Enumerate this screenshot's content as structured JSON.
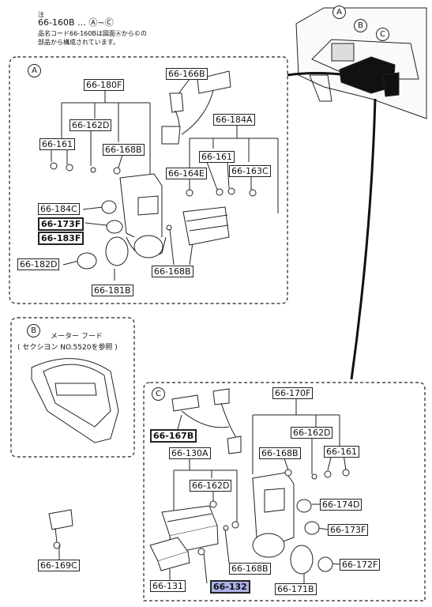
{
  "note": {
    "line1": "注",
    "line2": "66-160B … Ⓐ~Ⓒ",
    "line3": "品名コード66-160Bは図面Ⓐから©の",
    "line4": "部品から構成されています。"
  },
  "section_a": {
    "marker": "A",
    "labels": [
      "66-180F",
      "66-166B",
      "66-162D",
      "66-184A",
      "66-161",
      "66-168B",
      "66-161",
      "66-164E",
      "66-163C",
      "66-184C",
      "66-173F",
      "66-183F",
      "66-182D",
      "66-168B",
      "66-181B"
    ]
  },
  "section_b": {
    "marker": "B",
    "title": "メーター フード",
    "ref": "( セクシヨン NO.5520を参照 )"
  },
  "part_169c": "66-169C",
  "section_c": {
    "marker": "C",
    "labels": [
      "66-170F",
      "66-162D",
      "66-167B",
      "66-168B",
      "66-161",
      "66-130A",
      "66-162D",
      "66-174D",
      "66-173F",
      "66-168B",
      "66-172F",
      "66-131",
      "66-132",
      "66-171B"
    ]
  },
  "overview_markers": [
    "A",
    "B",
    "C"
  ]
}
